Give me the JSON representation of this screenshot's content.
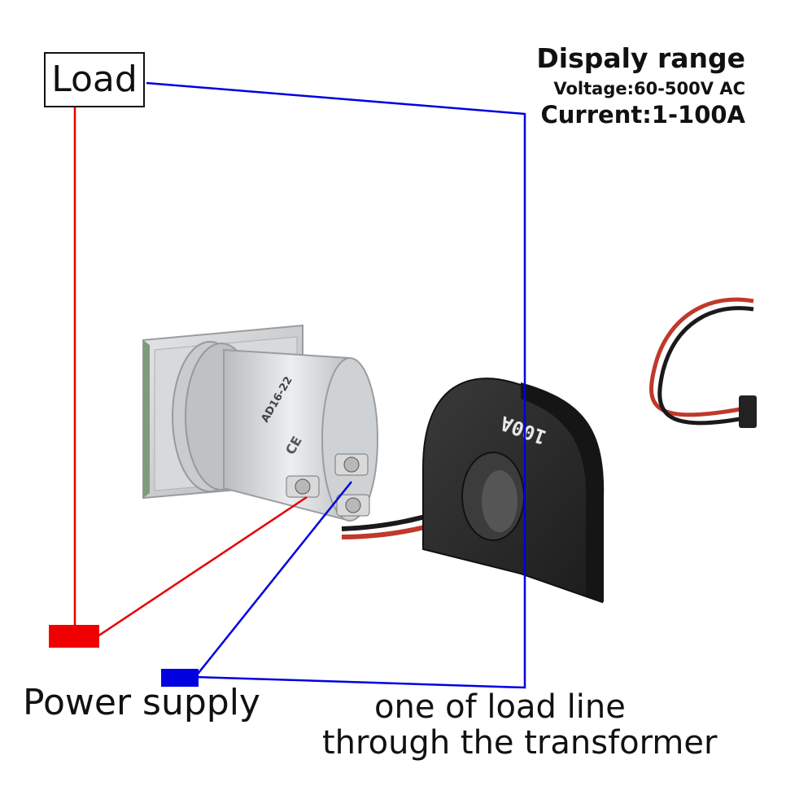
{
  "labels": {
    "load": "Load",
    "range_title": "Dispaly range",
    "voltage": "Voltage:60-500V AC",
    "current": "Current:1-100A",
    "power_supply": "Power supply",
    "load_line_1": "one of load line",
    "load_line_2": "through the transformer"
  },
  "device": {
    "meter_model": "AD16-22",
    "transformer_marking": "100A"
  },
  "colors": {
    "live_wire": "#e60000",
    "neutral_wire": "#0000e0",
    "transformer": "#2b2b2b",
    "meter_body": "#d4d6d8"
  }
}
